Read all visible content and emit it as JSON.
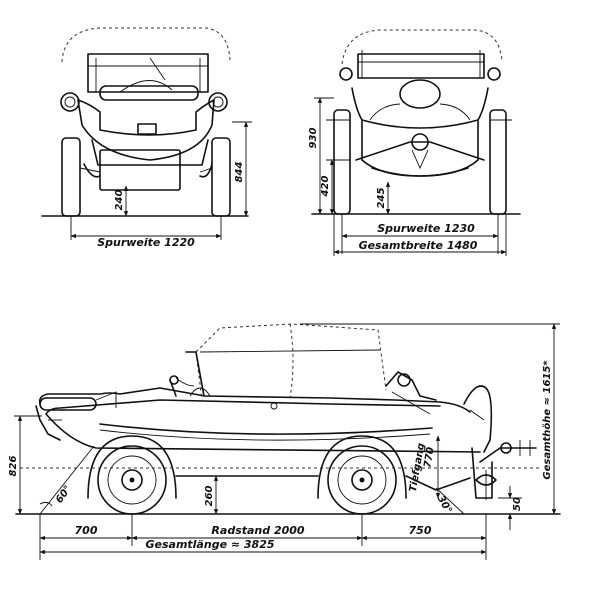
{
  "front_view": {
    "track_label": "Spurweite 1220",
    "ground_clearance": "240",
    "height": "844"
  },
  "rear_view": {
    "height_upper": "930",
    "height_lower": "420",
    "ground_clearance": "245",
    "track_label": "Spurweite 1230",
    "overall_width_label": "Gesamtbreite 1480"
  },
  "side_view": {
    "wheelbase_label": "Radstand 2000",
    "overall_length_label": "Gesamtlänge ≈ 3825",
    "front_overhang": "700",
    "rear_overhang": "750",
    "ground_clearance": "260",
    "front_height": "826",
    "approach_angle": "60°",
    "departure_angle": "30°",
    "draft_label": "Tiefgang",
    "draft_value": "770",
    "overall_height_label": "Gesamthöhe ≈ 1615*",
    "propeller_drop": "50"
  }
}
